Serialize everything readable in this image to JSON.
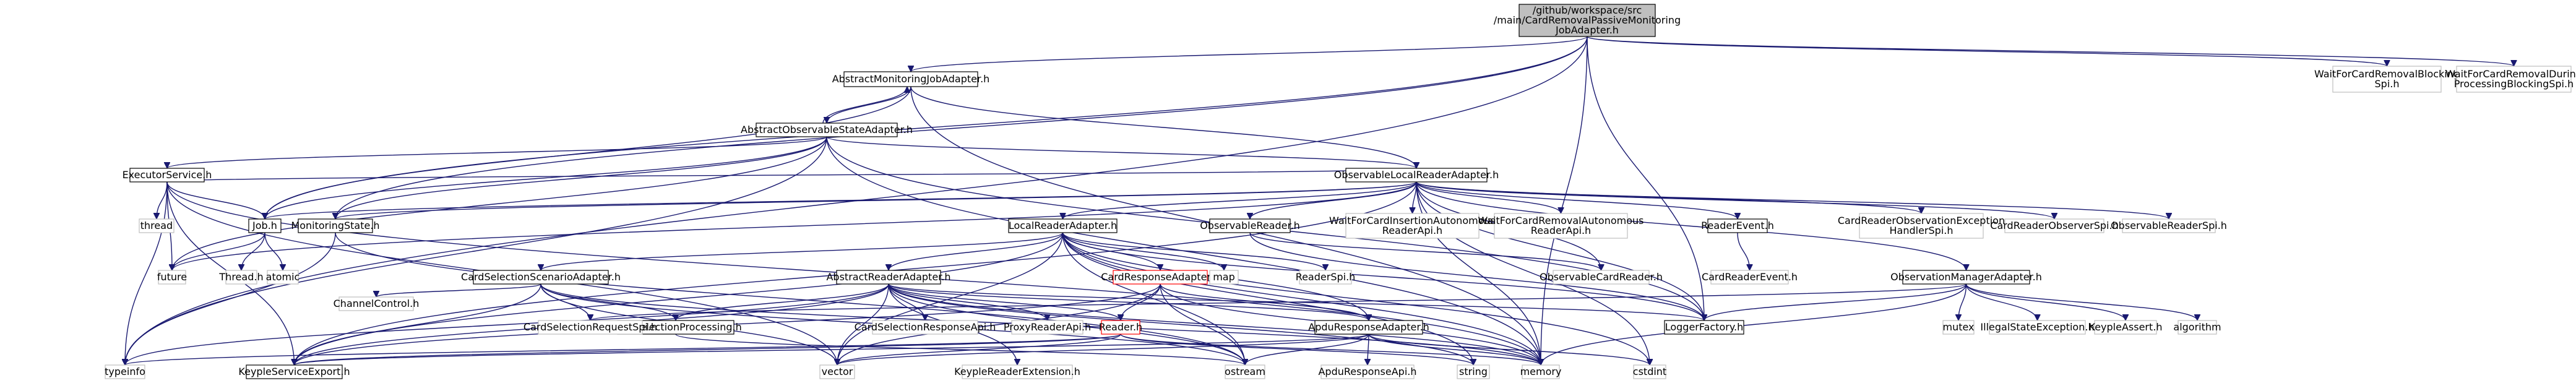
{
  "diagram": {
    "type": "include-dependency-graph",
    "colors": {
      "edge": "#191970",
      "root_fill": "#bfbfbf",
      "node_border": "#000000",
      "external_border": "#bfbfbf",
      "highlight_border": "#ff0000"
    },
    "nodes": [
      {
        "id": "root",
        "lines": [
          "/github/workspace/src",
          "/main/CardRemovalPassiveMonitoring",
          "JobAdapter.h"
        ],
        "kind": "root"
      },
      {
        "id": "amja",
        "lines": [
          "AbstractMonitoringJobAdapter.h"
        ],
        "kind": "file"
      },
      {
        "id": "wfcrbs",
        "lines": [
          "WaitForCardRemovalBlocking",
          "Spi.h"
        ],
        "kind": "external"
      },
      {
        "id": "wfcrdp",
        "lines": [
          "WaitForCardRemovalDuring",
          "ProcessingBlockingSpi.h"
        ],
        "kind": "external"
      },
      {
        "id": "aosa",
        "lines": [
          "AbstractObservableStateAdapter.h"
        ],
        "kind": "file"
      },
      {
        "id": "olra",
        "lines": [
          "ObservableLocalReaderAdapter.h"
        ],
        "kind": "file"
      },
      {
        "id": "exec",
        "lines": [
          "ExecutorService.h"
        ],
        "kind": "file"
      },
      {
        "id": "job",
        "lines": [
          "Job.h"
        ],
        "kind": "file"
      },
      {
        "id": "mstate",
        "lines": [
          "MonitoringState.h"
        ],
        "kind": "file"
      },
      {
        "id": "thread",
        "lines": [
          "thread"
        ],
        "kind": "external"
      },
      {
        "id": "lra",
        "lines": [
          "LocalReaderAdapter.h"
        ],
        "kind": "file"
      },
      {
        "id": "obsreader",
        "lines": [
          "ObservableReader.h"
        ],
        "kind": "file"
      },
      {
        "id": "wfciar",
        "lines": [
          "WaitForCardInsertionAutonomous",
          "ReaderApi.h"
        ],
        "kind": "external"
      },
      {
        "id": "wfcrar",
        "lines": [
          "WaitForCardRemovalAutonomous",
          "ReaderApi.h"
        ],
        "kind": "external"
      },
      {
        "id": "revent",
        "lines": [
          "ReaderEvent.h"
        ],
        "kind": "file"
      },
      {
        "id": "croehs",
        "lines": [
          "CardReaderObservationException",
          "HandlerSpi.h"
        ],
        "kind": "external"
      },
      {
        "id": "crobs",
        "lines": [
          "CardReaderObserverSpi.h"
        ],
        "kind": "external"
      },
      {
        "id": "obsrspi",
        "lines": [
          "ObservableReaderSpi.h"
        ],
        "kind": "external"
      },
      {
        "id": "thread2",
        "lines": [
          "Thread.h"
        ],
        "kind": "external"
      },
      {
        "id": "atomic",
        "lines": [
          "atomic"
        ],
        "kind": "external"
      },
      {
        "id": "future",
        "lines": [
          "future"
        ],
        "kind": "external"
      },
      {
        "id": "cssa",
        "lines": [
          "CardSelectionScenarioAdapter.h"
        ],
        "kind": "file"
      },
      {
        "id": "ara",
        "lines": [
          "AbstractReaderAdapter.h"
        ],
        "kind": "file"
      },
      {
        "id": "cra",
        "lines": [
          "CardResponseAdapter.h"
        ],
        "kind": "highlight"
      },
      {
        "id": "map",
        "lines": [
          "map"
        ],
        "kind": "external"
      },
      {
        "id": "rspi",
        "lines": [
          "ReaderSpi.h"
        ],
        "kind": "external"
      },
      {
        "id": "ocr",
        "lines": [
          "ObservableCardReader.h"
        ],
        "kind": "external"
      },
      {
        "id": "crevent",
        "lines": [
          "CardReaderEvent.h"
        ],
        "kind": "external"
      },
      {
        "id": "oma",
        "lines": [
          "ObservationManagerAdapter.h"
        ],
        "kind": "file"
      },
      {
        "id": "cc",
        "lines": [
          "ChannelControl.h"
        ],
        "kind": "external"
      },
      {
        "id": "mproc",
        "lines": [
          "MultiSelectionProcessing.h"
        ],
        "kind": "file"
      },
      {
        "id": "csrs",
        "lines": [
          "CardSelectionRequestSpi.h"
        ],
        "kind": "external"
      },
      {
        "id": "csra",
        "lines": [
          "CardSelectionResponseApi.h"
        ],
        "kind": "external"
      },
      {
        "id": "prapi",
        "lines": [
          "ProxyReaderApi.h"
        ],
        "kind": "external"
      },
      {
        "id": "reader",
        "lines": [
          "Reader.h"
        ],
        "kind": "highlight"
      },
      {
        "id": "apdu",
        "lines": [
          "ApduResponseAdapter.h"
        ],
        "kind": "file"
      },
      {
        "id": "lfact",
        "lines": [
          "LoggerFactory.h"
        ],
        "kind": "file"
      },
      {
        "id": "mutex",
        "lines": [
          "mutex"
        ],
        "kind": "external"
      },
      {
        "id": "ise",
        "lines": [
          "IllegalStateException.h"
        ],
        "kind": "external"
      },
      {
        "id": "kassert",
        "lines": [
          "KeypleAssert.h"
        ],
        "kind": "external"
      },
      {
        "id": "algo",
        "lines": [
          "algorithm"
        ],
        "kind": "external"
      },
      {
        "id": "typeinfo",
        "lines": [
          "typeinfo"
        ],
        "kind": "external"
      },
      {
        "id": "kse",
        "lines": [
          "KeypleServiceExport.h"
        ],
        "kind": "file"
      },
      {
        "id": "vector",
        "lines": [
          "vector"
        ],
        "kind": "external"
      },
      {
        "id": "kre",
        "lines": [
          "KeypleReaderExtension.h"
        ],
        "kind": "external"
      },
      {
        "id": "ostream",
        "lines": [
          "ostream"
        ],
        "kind": "external"
      },
      {
        "id": "string",
        "lines": [
          "string"
        ],
        "kind": "external"
      },
      {
        "id": "memory",
        "lines": [
          "memory"
        ],
        "kind": "external"
      },
      {
        "id": "apduapi",
        "lines": [
          "ApduResponseApi.h"
        ],
        "kind": "external"
      },
      {
        "id": "cstdint",
        "lines": [
          "cstdint"
        ],
        "kind": "external"
      }
    ],
    "edges": [
      [
        "root",
        "amja"
      ],
      [
        "root",
        "wfcrbs"
      ],
      [
        "root",
        "wfcrdp"
      ],
      [
        "root",
        "typeinfo"
      ],
      [
        "root",
        "mstate"
      ],
      [
        "root",
        "job"
      ],
      [
        "root",
        "lfact"
      ],
      [
        "root",
        "memory"
      ],
      [
        "amja",
        "aosa"
      ],
      [
        "amja",
        "olra"
      ],
      [
        "amja",
        "job"
      ],
      [
        "amja",
        "memory"
      ],
      [
        "aosa",
        "amja"
      ],
      [
        "aosa",
        "olra"
      ],
      [
        "aosa",
        "exec"
      ],
      [
        "aosa",
        "job"
      ],
      [
        "aosa",
        "mstate"
      ],
      [
        "aosa",
        "typeinfo"
      ],
      [
        "aosa",
        "lfact"
      ],
      [
        "aosa",
        "future"
      ],
      [
        "aosa",
        "memory"
      ],
      [
        "olra",
        "lra"
      ],
      [
        "olra",
        "obsreader"
      ],
      [
        "olra",
        "wfciar"
      ],
      [
        "olra",
        "wfcrar"
      ],
      [
        "olra",
        "revent"
      ],
      [
        "olra",
        "croehs"
      ],
      [
        "olra",
        "crobs"
      ],
      [
        "olra",
        "obsrspi"
      ],
      [
        "olra",
        "oma"
      ],
      [
        "olra",
        "job"
      ],
      [
        "olra",
        "mstate"
      ],
      [
        "olra",
        "exec"
      ],
      [
        "olra",
        "ocr"
      ],
      [
        "olra",
        "lfact"
      ],
      [
        "olra",
        "cstdint"
      ],
      [
        "olra",
        "memory"
      ],
      [
        "olra",
        "kse"
      ],
      [
        "olra",
        "future"
      ],
      [
        "exec",
        "job"
      ],
      [
        "exec",
        "thread"
      ],
      [
        "exec",
        "future"
      ],
      [
        "exec",
        "typeinfo"
      ],
      [
        "exec",
        "kse"
      ],
      [
        "exec",
        "vector"
      ],
      [
        "exec",
        "memory"
      ],
      [
        "job",
        "thread2"
      ],
      [
        "job",
        "atomic"
      ],
      [
        "job",
        "future"
      ],
      [
        "mstate",
        "typeinfo"
      ],
      [
        "mstate",
        "ostream"
      ],
      [
        "lra",
        "ara"
      ],
      [
        "lra",
        "cssa"
      ],
      [
        "lra",
        "cra"
      ],
      [
        "lra",
        "map"
      ],
      [
        "lra",
        "rspi"
      ],
      [
        "lra",
        "apdu"
      ],
      [
        "lra",
        "lfact"
      ],
      [
        "lra",
        "memory"
      ],
      [
        "lra",
        "kse"
      ],
      [
        "lra",
        "vector"
      ],
      [
        "lra",
        "ostream"
      ],
      [
        "lra",
        "string"
      ],
      [
        "lra",
        "cstdint"
      ],
      [
        "obsreader",
        "ocr"
      ],
      [
        "obsreader",
        "lfact"
      ],
      [
        "revent",
        "crevent"
      ],
      [
        "oma",
        "lfact"
      ],
      [
        "oma",
        "mutex"
      ],
      [
        "oma",
        "ise"
      ],
      [
        "oma",
        "kassert"
      ],
      [
        "oma",
        "algo"
      ],
      [
        "oma",
        "memory"
      ],
      [
        "oma",
        "csrs"
      ],
      [
        "cssa",
        "cc"
      ],
      [
        "cssa",
        "mproc"
      ],
      [
        "cssa",
        "csrs"
      ],
      [
        "cssa",
        "kse"
      ],
      [
        "cssa",
        "vector"
      ],
      [
        "cssa",
        "memory"
      ],
      [
        "cssa",
        "ostream"
      ],
      [
        "ara",
        "mproc"
      ],
      [
        "ara",
        "csra"
      ],
      [
        "ara",
        "prapi"
      ],
      [
        "ara",
        "reader"
      ],
      [
        "ara",
        "apdu"
      ],
      [
        "ara",
        "kre"
      ],
      [
        "ara",
        "kse"
      ],
      [
        "ara",
        "typeinfo"
      ],
      [
        "ara",
        "vector"
      ],
      [
        "ara",
        "ostream"
      ],
      [
        "ara",
        "memory"
      ],
      [
        "ara",
        "string"
      ],
      [
        "ara",
        "lfact"
      ],
      [
        "cra",
        "reader"
      ],
      [
        "cra",
        "apdu"
      ],
      [
        "cra",
        "vector"
      ],
      [
        "cra",
        "ostream"
      ],
      [
        "cra",
        "memory"
      ],
      [
        "cra",
        "kse"
      ],
      [
        "reader",
        "kse"
      ],
      [
        "reader",
        "typeinfo"
      ],
      [
        "reader",
        "vector"
      ],
      [
        "reader",
        "memory"
      ],
      [
        "reader",
        "string"
      ],
      [
        "apdu",
        "apduapi"
      ],
      [
        "apdu",
        "vector"
      ],
      [
        "apdu",
        "ostream"
      ],
      [
        "apdu",
        "memory"
      ],
      [
        "apdu",
        "cstdint"
      ],
      [
        "apdu",
        "kse"
      ],
      [
        "mproc",
        "ostream"
      ]
    ]
  }
}
